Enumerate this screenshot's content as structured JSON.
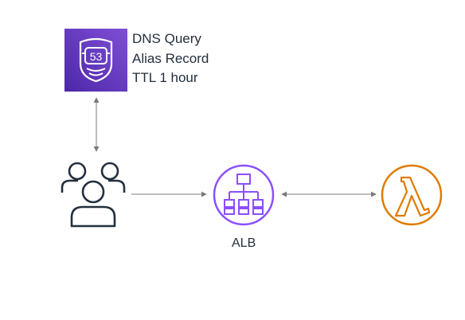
{
  "route53": {
    "badge_number": "53",
    "lines": [
      "DNS Query",
      "Alias Record",
      "TTL 1 hour"
    ]
  },
  "alb": {
    "label": "ALB"
  },
  "icons": {
    "dns_service": "route53-shield-icon",
    "users": "users-group-icon",
    "load_balancer": "alb-network-icon",
    "function": "lambda-icon"
  },
  "colors": {
    "route53_purple": "#6b3fc8",
    "alb_purple": "#8c4fff",
    "lambda_orange": "#e07b00",
    "connector_gray": "#7b7b7b",
    "icon_dark": "#232f3e"
  }
}
